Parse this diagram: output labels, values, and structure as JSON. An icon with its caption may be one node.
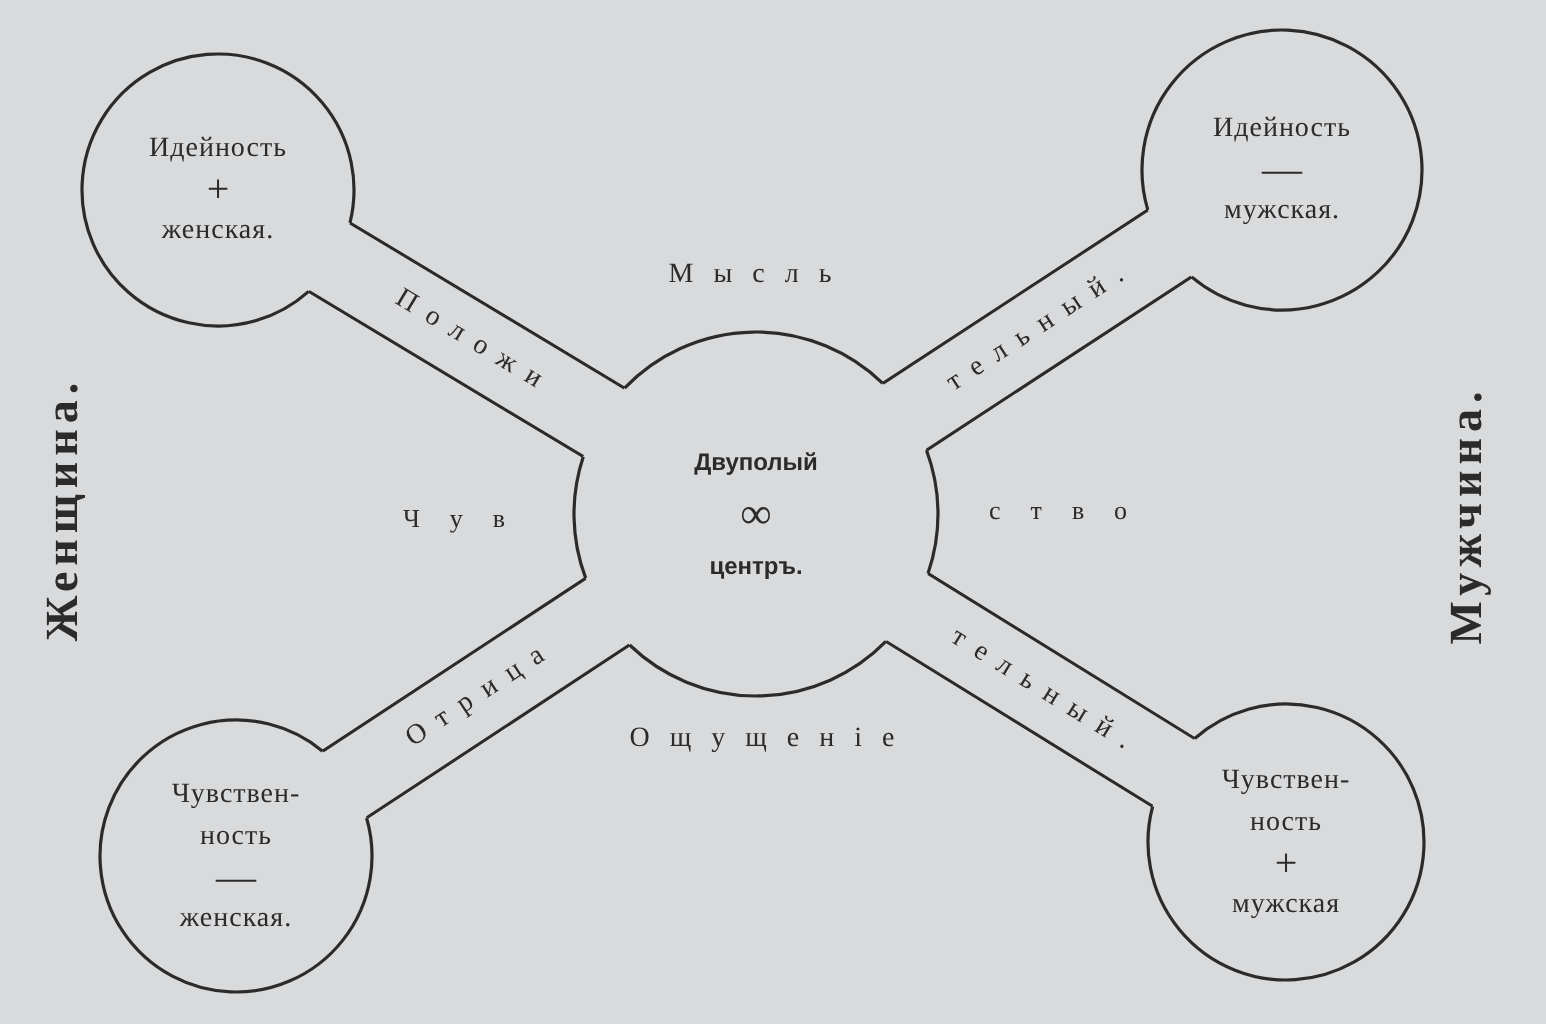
{
  "diagram": {
    "nodes": [
      {
        "text": [
          "Идейность",
          "+",
          "женская."
        ]
      },
      {
        "text": [
          "Идейность",
          "—",
          "мужская."
        ]
      },
      {
        "text": [
          "Двуполый",
          "∞",
          "центръ."
        ]
      },
      {
        "text": [
          "Чувствен- ность",
          "—",
          "женская."
        ]
      },
      {
        "text": [
          "Чувствен- ность",
          "+",
          "мужская"
        ]
      }
    ],
    "edges": [
      {
        "from": 0,
        "to": 2,
        "arrow": "none",
        "label": "Положи"
      },
      {
        "from": 2,
        "to": 1,
        "arrow": "none",
        "label": "тельный."
      },
      {
        "from": 3,
        "to": 2,
        "arrow": "none",
        "label": "Отрица"
      },
      {
        "from": 2,
        "to": 4,
        "arrow": "none",
        "label": "тельный."
      }
    ],
    "labels": [
      "Мысль",
      "Женщина.",
      "Чув",
      "ство",
      "Мужчина.",
      "Ощущеніе"
    ]
  }
}
